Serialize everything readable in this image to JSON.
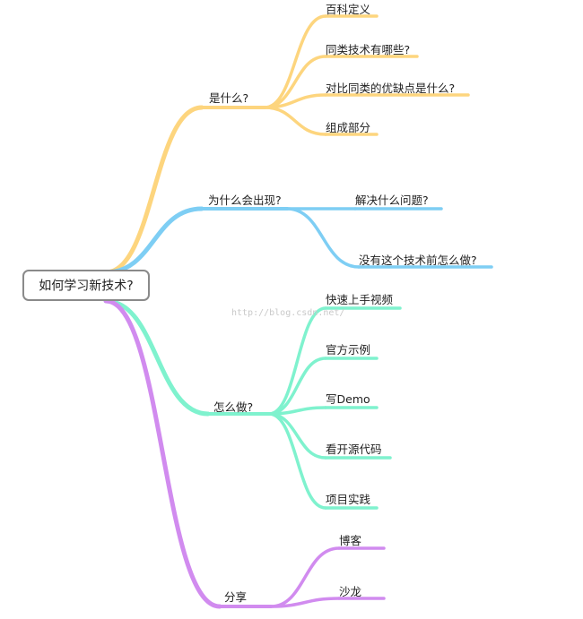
{
  "root": {
    "label": "如何学习新技术?"
  },
  "watermark": "http://blog.csdn.net/",
  "branches": [
    {
      "label": "是什么?",
      "color": "#FDD57E",
      "children": [
        "百科定义",
        "同类技术有哪些?",
        "对比同类的优缺点是什么?",
        "组成部分"
      ]
    },
    {
      "label": "为什么会出现?",
      "color": "#7ECEF4",
      "children": [
        "解决什么问题?",
        "没有这个技术前怎么做?"
      ]
    },
    {
      "label": "怎么做?",
      "color": "#7FF2CE",
      "children": [
        "快速上手视频",
        "官方示例",
        "写Demo",
        "看开源代码",
        "项目实践"
      ]
    },
    {
      "label": "分享",
      "color": "#D18BEF",
      "children": [
        "博客",
        "沙龙"
      ]
    }
  ]
}
